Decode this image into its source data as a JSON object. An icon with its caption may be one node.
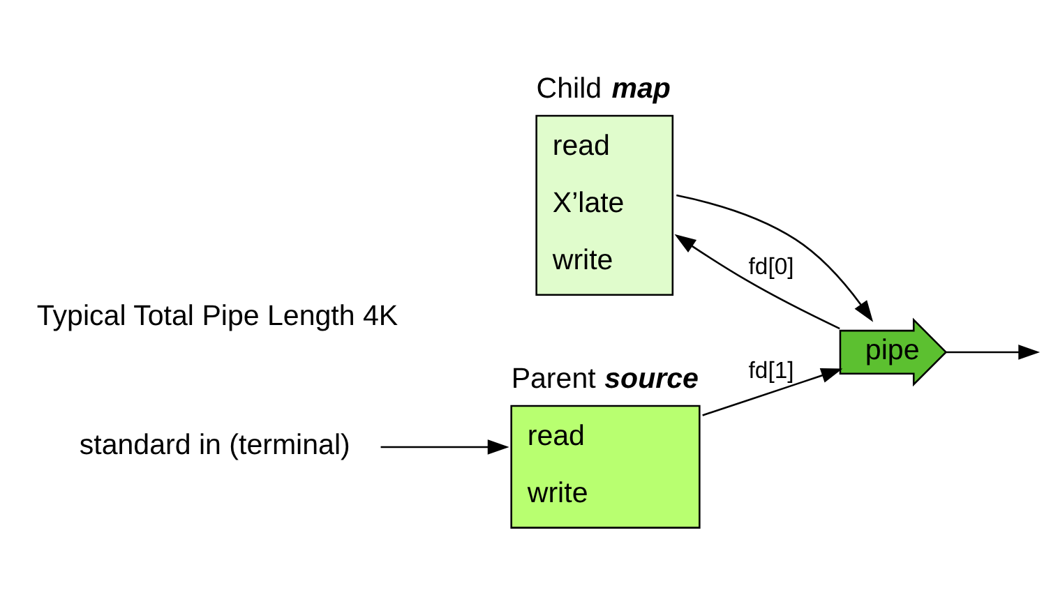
{
  "diagram": {
    "nodes": [
      {
        "text": [
          "Parent **source**",
          "read",
          "write"
        ]
      },
      {
        "text": [
          "Child **map**",
          "read",
          "X’late",
          "write"
        ]
      },
      {
        "text": [
          "pipe"
        ]
      },
      {
        "text": [
          "standard in (terminal)"
        ]
      }
    ],
    "edges": [
      {
        "from": 3,
        "to": 0,
        "arrow": "to"
      },
      {
        "from": 0,
        "to": 2,
        "arrow": "to",
        "label": "fd[1]"
      },
      {
        "from": 1,
        "to": 2,
        "arrow": "to"
      },
      {
        "from": 2,
        "to": null,
        "arrow": "to"
      },
      {
        "from": 2,
        "to": 1,
        "arrow": "to",
        "label": "fd[0]"
      }
    ],
    "labels": [
      "Typical Total Pipe Length 4K"
    ]
  }
}
